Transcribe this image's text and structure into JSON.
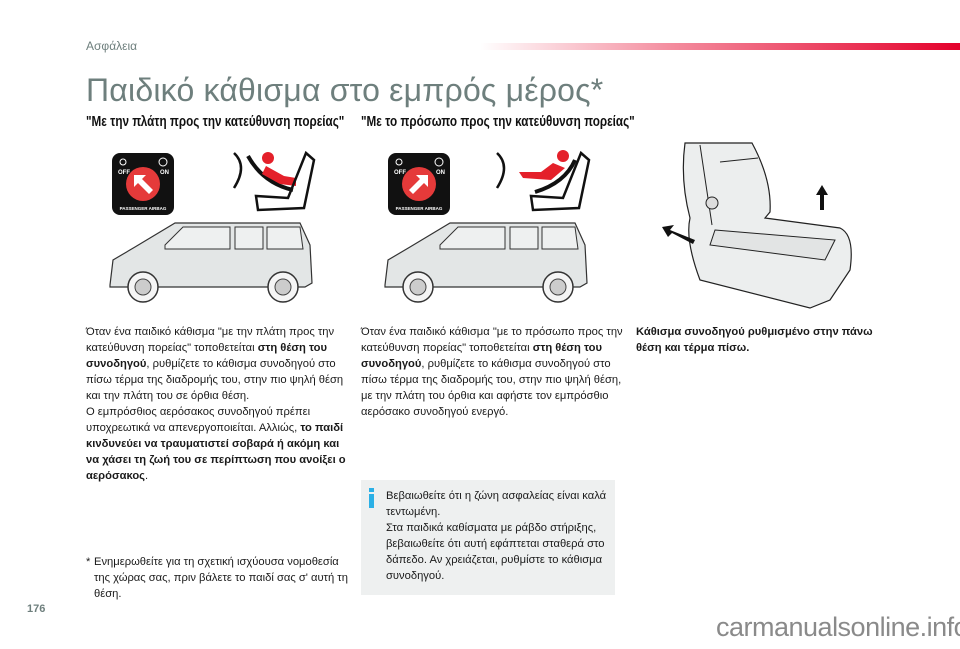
{
  "header": {
    "section": "Ασφάλεια",
    "title": "Παιδικό κάθισμα στο εμπρός μέρος*",
    "accent_color": "#e4002b"
  },
  "columns": [
    {
      "subtitle": "\"Με την πλάτη προς την κατεύθυνση πορείας\"",
      "airbag_label": "PASSENGER AIRBAG",
      "airbag_off": "OFF",
      "airbag_on": "ON",
      "arrow_direction": "up-left",
      "para1_a": "Όταν ένα παιδικό κάθισμα \"με την πλάτη προς την κατεύθυνση πορείας\" τοποθετείται ",
      "para1_b": "στη θέση του συνοδηγού",
      "para1_c": ", ρυθμίζετε το κάθισμα συνοδηγού στο πίσω τέρμα της διαδρομής του, στην πιο ψηλή θέση και την πλάτη του σε όρθια θέση.",
      "para2_a": "Ο εμπρόσθιος αερόσακος συνοδηγού πρέπει υποχρεωτικά να απενεργοποιείται. Αλλιώς, ",
      "para2_b": "το παιδί κινδυνεύει να τραυματιστεί σοβαρά ή ακόμη και να χάσει τη ζωή του σε περίπτωση που ανοίξει ο αερόσακος",
      "para2_c": "."
    },
    {
      "subtitle": "\"Με το πρόσωπο προς την κατεύθυνση πορείας\"",
      "airbag_label": "PASSENGER AIRBAG",
      "airbag_off": "OFF",
      "airbag_on": "ON",
      "arrow_direction": "up-right",
      "para1_a": "Όταν ένα παιδικό κάθισμα \"με το πρόσωπο προς την κατεύθυνση πορείας\" τοποθετείται ",
      "para1_b": "στη θέση του συνοδηγού",
      "para1_c": ", ρυθμίζετε το κάθισμα συνοδηγού στο πίσω τέρμα της διαδρομής του, στην πιο ψηλή θέση, με την πλάτη του όρθια και αφήστε τον εμπρόσθιο αερόσακο συνοδηγού ενεργό."
    },
    {
      "caption": "Κάθισμα συνοδηγού ρυθμισμένο στην πάνω θέση και τέρμα πίσω."
    }
  ],
  "footnote": {
    "marker": "*",
    "text": "Ενημερωθείτε για τη σχετική ισχύουσα νομοθεσία της χώρας σας, πριν βάλετε το παιδί σας σ' αυτή τη θέση."
  },
  "info_box": {
    "icon": "info-icon",
    "icon_color": "#2bb0e6",
    "line1": "Βεβαιωθείτε ότι η ζώνη ασφαλείας είναι καλά τεντωμένη.",
    "line2": "Στα παιδικά καθίσματα με ράβδο στήριξης, βεβαιωθείτε ότι αυτή εφάπτεται σταθερά στο δάπεδο. Αν χρειάζεται, ρυθμίστε το κάθισμα συνοδηγού."
  },
  "footer": {
    "page_number": "176",
    "watermark": "carmanualsonline.info"
  }
}
